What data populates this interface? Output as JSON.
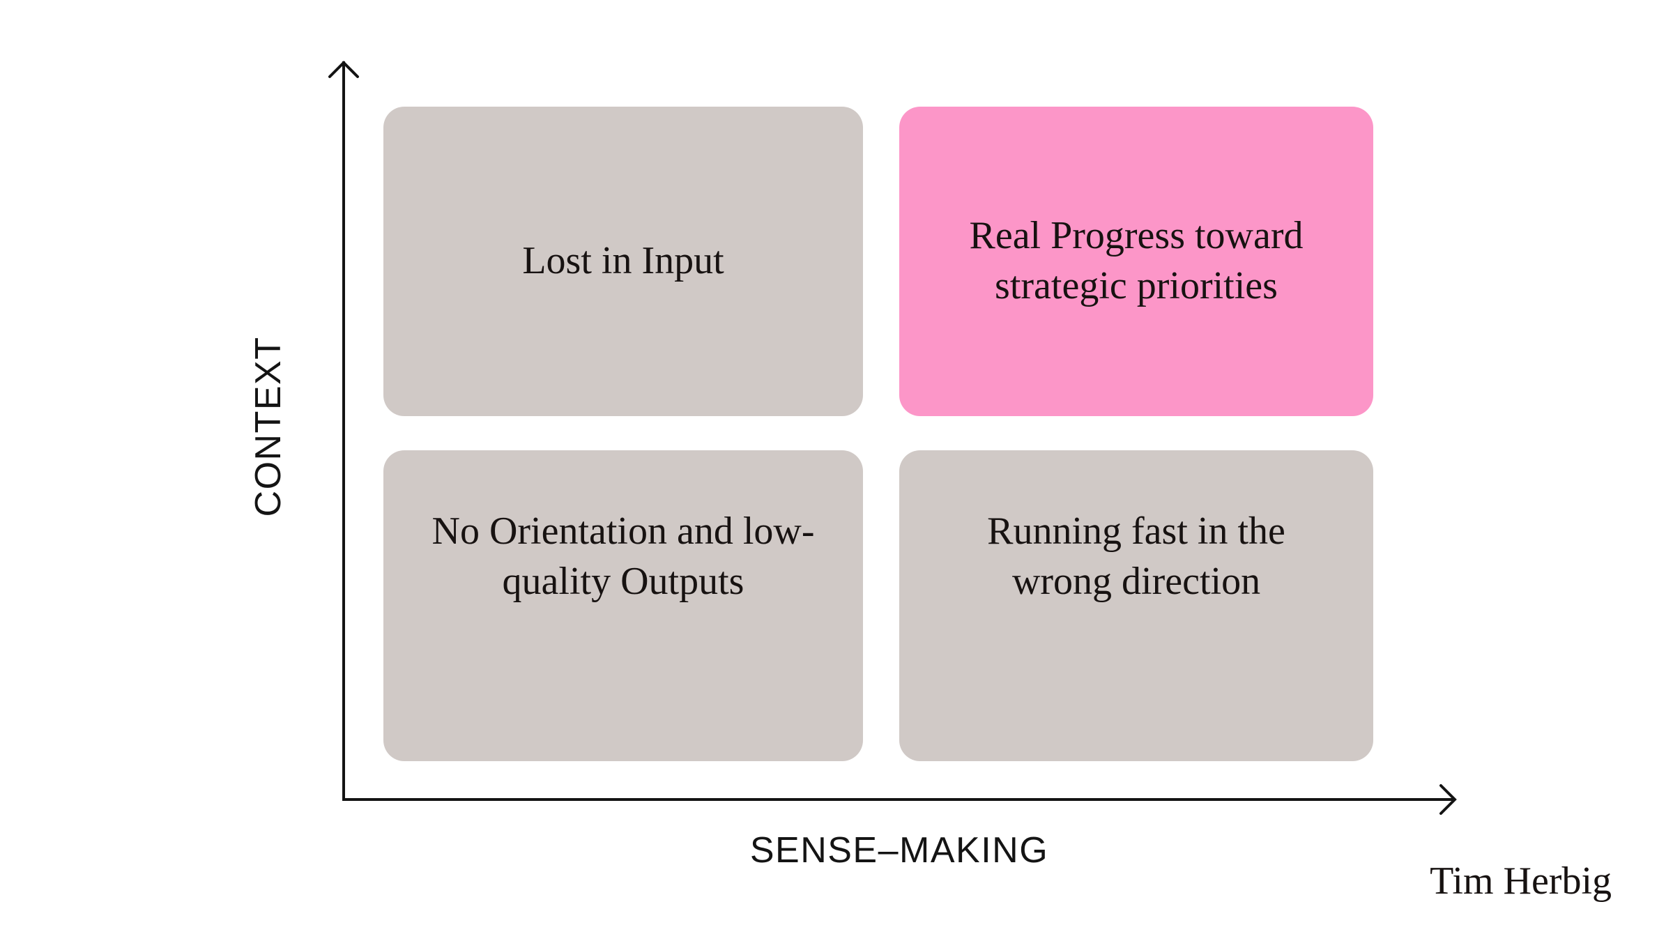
{
  "diagram": {
    "y_axis": {
      "label": "CONTEXT"
    },
    "x_axis": {
      "label": "SENSE–MAKING"
    },
    "attribution": "Tim Herbig",
    "quadrants": {
      "top_left": {
        "label": "Lost in Input",
        "highlighted": false
      },
      "top_right": {
        "label": "Real Progress toward\nstrategic priorities",
        "highlighted": true
      },
      "bottom_left": {
        "label": "No Orientation and low-\nquality Outputs",
        "highlighted": false
      },
      "bottom_right": {
        "label": "Running fast in the\nwrong direction",
        "highlighted": false
      }
    },
    "colors": {
      "quadrant_default": "#D0C9C6",
      "quadrant_highlight": "#FC96C8",
      "axis": "#141414",
      "text": "#171211",
      "background": "#FFFFFF"
    }
  }
}
